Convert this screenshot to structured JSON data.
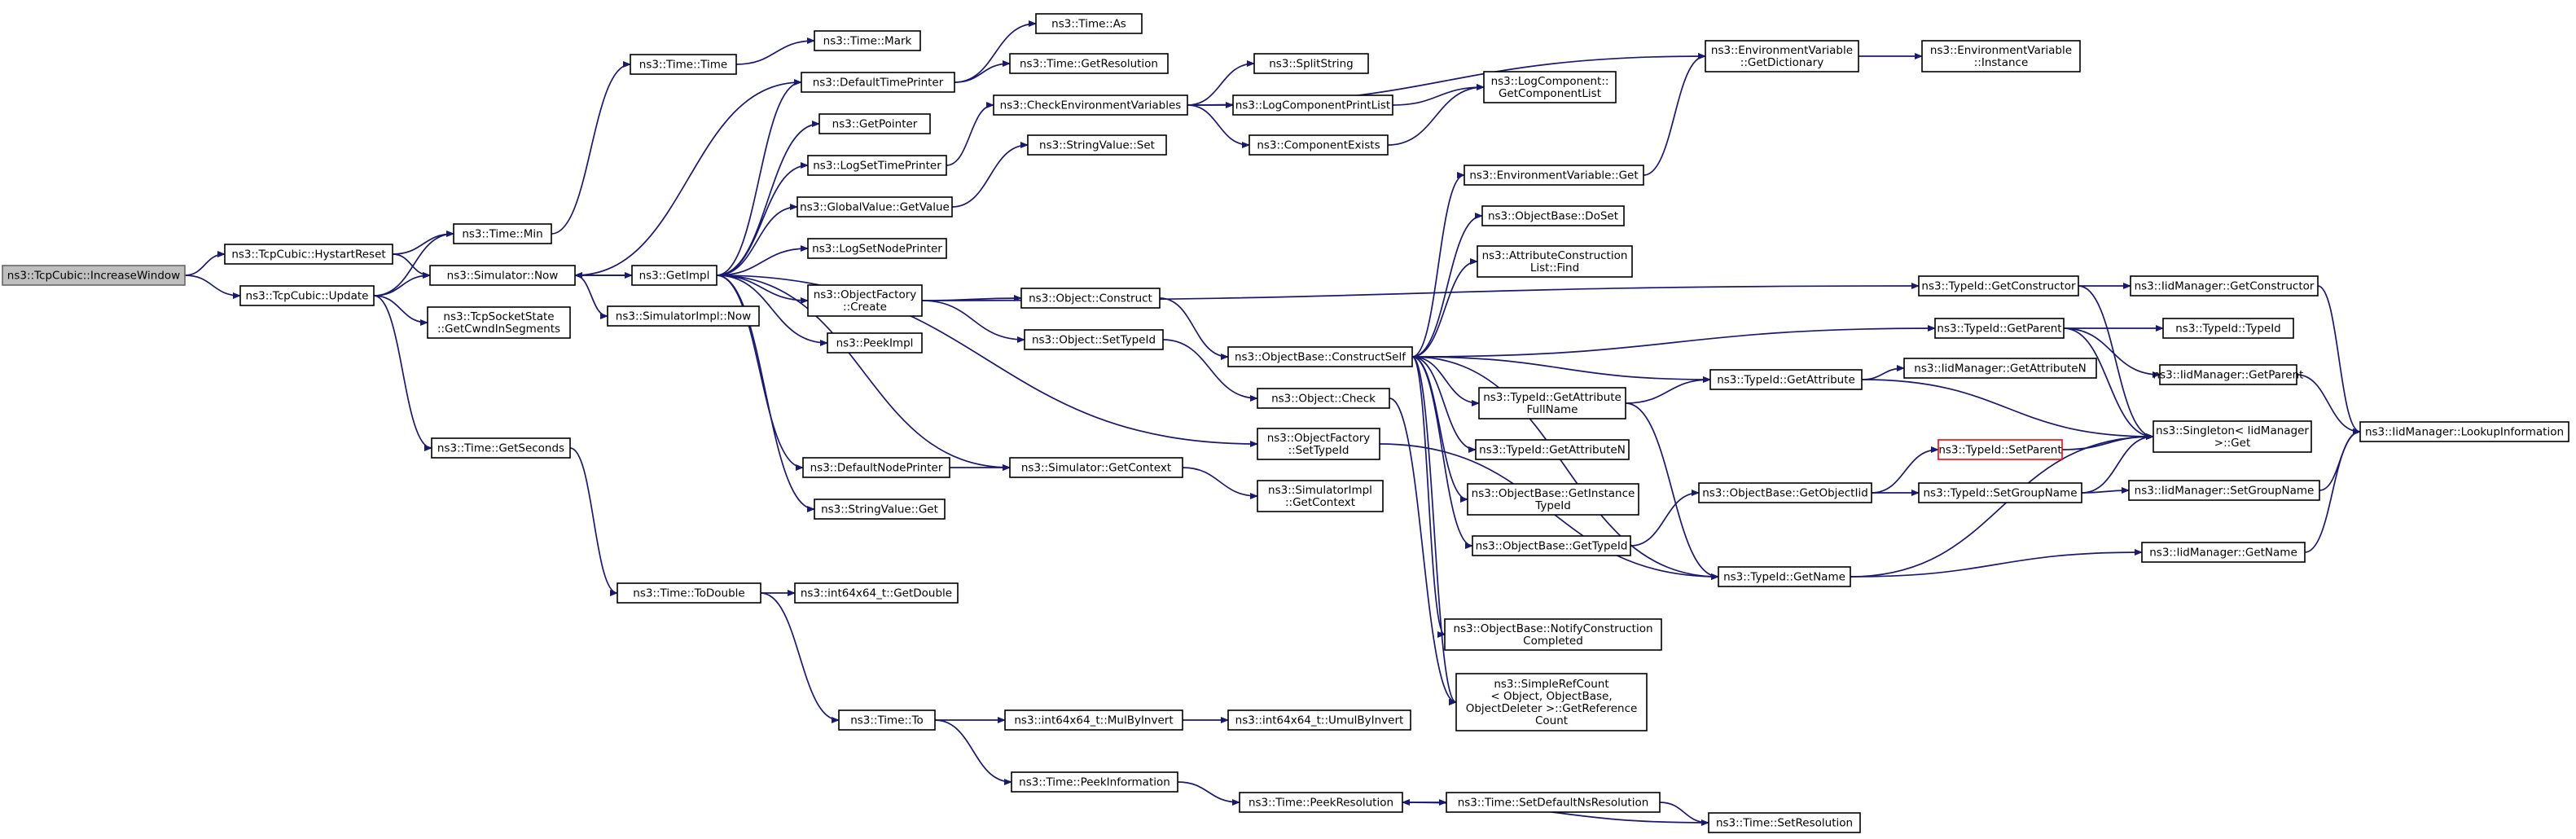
{
  "nodes": [
    {
      "id": "increase_window",
      "label": [
        "ns3::TcpCubic::IncreaseWindow"
      ],
      "root": true
    },
    {
      "id": "hystart_reset",
      "label": [
        "ns3::TcpCubic::HystartReset"
      ]
    },
    {
      "id": "update",
      "label": [
        "ns3::TcpCubic::Update"
      ]
    },
    {
      "id": "time_min",
      "label": [
        "ns3::Time::Min"
      ]
    },
    {
      "id": "sim_now",
      "label": [
        "ns3::Simulator::Now"
      ]
    },
    {
      "id": "get_cwnd",
      "label": [
        "ns3::TcpSocketState",
        "::GetCwndInSegments"
      ]
    },
    {
      "id": "get_seconds",
      "label": [
        "ns3::Time::GetSeconds"
      ]
    },
    {
      "id": "time_time",
      "label": [
        "ns3::Time::Time"
      ]
    },
    {
      "id": "time_mark",
      "label": [
        "ns3::Time::Mark"
      ]
    },
    {
      "id": "get_impl",
      "label": [
        "ns3::GetImpl"
      ]
    },
    {
      "id": "simimpl_now",
      "label": [
        "ns3::SimulatorImpl::Now"
      ]
    },
    {
      "id": "default_time_printer",
      "label": [
        "ns3::DefaultTimePrinter"
      ]
    },
    {
      "id": "time_as",
      "label": [
        "ns3::Time::As"
      ]
    },
    {
      "id": "time_get_resolution",
      "label": [
        "ns3::Time::GetResolution"
      ]
    },
    {
      "id": "get_pointer",
      "label": [
        "ns3::GetPointer"
      ]
    },
    {
      "id": "log_set_time_printer",
      "label": [
        "ns3::LogSetTimePrinter"
      ]
    },
    {
      "id": "global_value_get",
      "label": [
        "ns3::GlobalValue::GetValue"
      ]
    },
    {
      "id": "log_set_node_printer",
      "label": [
        "ns3::LogSetNodePrinter"
      ]
    },
    {
      "id": "object_factory_create",
      "label": [
        "ns3::ObjectFactory",
        "::Create"
      ]
    },
    {
      "id": "peek_impl",
      "label": [
        "ns3::PeekImpl"
      ]
    },
    {
      "id": "default_node_printer",
      "label": [
        "ns3::DefaultNodePrinter"
      ]
    },
    {
      "id": "string_value_get",
      "label": [
        "ns3::StringValue::Get"
      ]
    },
    {
      "id": "check_env",
      "label": [
        "ns3::CheckEnvironmentVariables"
      ]
    },
    {
      "id": "string_value_set",
      "label": [
        "ns3::StringValue::Set"
      ]
    },
    {
      "id": "split_string",
      "label": [
        "ns3::SplitString"
      ]
    },
    {
      "id": "log_component_print_list",
      "label": [
        "ns3::LogComponentPrintList"
      ]
    },
    {
      "id": "component_exists",
      "label": [
        "ns3::ComponentExists"
      ]
    },
    {
      "id": "log_component_get_list",
      "label": [
        "ns3::LogComponent::",
        "GetComponentList"
      ]
    },
    {
      "id": "env_get_dictionary",
      "label": [
        "ns3::EnvironmentVariable",
        "::GetDictionary"
      ]
    },
    {
      "id": "env_instance",
      "label": [
        "ns3::EnvironmentVariable",
        "::Instance"
      ]
    },
    {
      "id": "env_get",
      "label": [
        "ns3::EnvironmentVariable::Get"
      ]
    },
    {
      "id": "object_construct",
      "label": [
        "ns3::Object::Construct"
      ]
    },
    {
      "id": "object_set_type_id",
      "label": [
        "ns3::Object::SetTypeId"
      ]
    },
    {
      "id": "objectbase_doset",
      "label": [
        "ns3::ObjectBase::DoSet"
      ]
    },
    {
      "id": "attr_construction_find",
      "label": [
        "ns3::AttributeConstruction",
        "List::Find"
      ]
    },
    {
      "id": "construct_self",
      "label": [
        "ns3::ObjectBase::ConstructSelf"
      ]
    },
    {
      "id": "object_check",
      "label": [
        "ns3::Object::Check"
      ]
    },
    {
      "id": "simulator_get_context",
      "label": [
        "ns3::Simulator::GetContext"
      ]
    },
    {
      "id": "factory_set_type_id",
      "label": [
        "ns3::ObjectFactory",
        "::SetTypeId"
      ]
    },
    {
      "id": "simimpl_get_context",
      "label": [
        "ns3::SimulatorImpl",
        "::GetContext"
      ]
    },
    {
      "id": "typeid_get_attr_full",
      "label": [
        "ns3::TypeId::GetAttribute",
        "FullName"
      ]
    },
    {
      "id": "typeid_get_attr_n",
      "label": [
        "ns3::TypeId::GetAttributeN"
      ]
    },
    {
      "id": "objectbase_get_instance_typeid",
      "label": [
        "ns3::ObjectBase::GetInstance",
        "TypeId"
      ]
    },
    {
      "id": "objectbase_get_typeid",
      "label": [
        "ns3::ObjectBase::GetTypeId"
      ]
    },
    {
      "id": "notify_construction",
      "label": [
        "ns3::ObjectBase::NotifyConstruction",
        "Completed"
      ]
    },
    {
      "id": "simple_ref_count",
      "label": [
        "ns3::SimpleRefCount",
        "< Object, ObjectBase,",
        "ObjectDeleter >::GetReference",
        "Count"
      ]
    },
    {
      "id": "typeid_get_constructor",
      "label": [
        "ns3::TypeId::GetConstructor"
      ]
    },
    {
      "id": "typeid_get_parent",
      "label": [
        "ns3::TypeId::GetParent"
      ]
    },
    {
      "id": "typeid_get_attribute",
      "label": [
        "ns3::TypeId::GetAttribute"
      ]
    },
    {
      "id": "typeid_set_parent",
      "label": [
        "ns3::TypeId::SetParent"
      ],
      "red": true
    },
    {
      "id": "objectbase_get_object_iid",
      "label": [
        "ns3::ObjectBase::GetObjectIid"
      ]
    },
    {
      "id": "typeid_set_group_name",
      "label": [
        "ns3::TypeId::SetGroupName"
      ]
    },
    {
      "id": "typeid_get_name",
      "label": [
        "ns3::TypeId::GetName"
      ]
    },
    {
      "id": "iid_get_constructor",
      "label": [
        "ns3::IidManager::GetConstructor"
      ]
    },
    {
      "id": "typeid_typeid",
      "label": [
        "ns3::TypeId::TypeId"
      ]
    },
    {
      "id": "iid_get_parent",
      "label": [
        "ns3::IidManager::GetParent"
      ]
    },
    {
      "id": "iid_get_attribute_n",
      "label": [
        "ns3::IidManager::GetAttributeN"
      ]
    },
    {
      "id": "singleton_get",
      "label": [
        "ns3::Singleton< IidManager",
        ">::Get"
      ]
    },
    {
      "id": "iid_set_group_name",
      "label": [
        "ns3::IidManager::SetGroupName"
      ]
    },
    {
      "id": "iid_get_name",
      "label": [
        "ns3::IidManager::GetName"
      ]
    },
    {
      "id": "iid_lookup",
      "label": [
        "ns3::IidManager::LookupInformation"
      ]
    },
    {
      "id": "time_to_double",
      "label": [
        "ns3::Time::ToDouble"
      ]
    },
    {
      "id": "int64_get_double",
      "label": [
        "ns3::int64x64_t::GetDouble"
      ]
    },
    {
      "id": "time_to",
      "label": [
        "ns3::Time::To"
      ]
    },
    {
      "id": "int64_mul_by_invert",
      "label": [
        "ns3::int64x64_t::MulByInvert"
      ]
    },
    {
      "id": "int64_umul_by_invert",
      "label": [
        "ns3::int64x64_t::UmulByInvert"
      ]
    },
    {
      "id": "time_peek_information",
      "label": [
        "ns3::Time::PeekInformation"
      ]
    },
    {
      "id": "time_peek_resolution",
      "label": [
        "ns3::Time::PeekResolution"
      ]
    },
    {
      "id": "time_set_default_ns_resolution",
      "label": [
        "ns3::Time::SetDefaultNsResolution"
      ]
    },
    {
      "id": "time_set_resolution",
      "label": [
        "ns3::Time::SetResolution"
      ]
    }
  ],
  "edges": [
    [
      "increase_window",
      "hystart_reset"
    ],
    [
      "increase_window",
      "update"
    ],
    [
      "hystart_reset",
      "time_min"
    ],
    [
      "hystart_reset",
      "sim_now"
    ],
    [
      "update",
      "time_min"
    ],
    [
      "update",
      "sim_now"
    ],
    [
      "update",
      "get_cwnd"
    ],
    [
      "update",
      "get_seconds"
    ],
    [
      "time_min",
      "time_time"
    ],
    [
      "time_time",
      "time_mark"
    ],
    [
      "sim_now",
      "get_impl"
    ],
    [
      "sim_now",
      "simimpl_now"
    ],
    [
      "get_impl",
      "default_time_printer"
    ],
    [
      "get_impl",
      "get_pointer"
    ],
    [
      "get_impl",
      "log_set_time_printer"
    ],
    [
      "get_impl",
      "global_value_get"
    ],
    [
      "get_impl",
      "log_set_node_printer"
    ],
    [
      "get_impl",
      "object_factory_create"
    ],
    [
      "get_impl",
      "peek_impl"
    ],
    [
      "get_impl",
      "default_node_printer"
    ],
    [
      "get_impl",
      "string_value_get"
    ],
    [
      "get_impl",
      "simulator_get_context"
    ],
    [
      "get_impl",
      "factory_set_type_id"
    ],
    [
      "get_impl",
      "sim_now"
    ],
    [
      "default_time_printer",
      "time_as"
    ],
    [
      "default_time_printer",
      "time_get_resolution"
    ],
    [
      "default_time_printer",
      "sim_now"
    ],
    [
      "log_set_time_printer",
      "check_env"
    ],
    [
      "global_value_get",
      "string_value_set"
    ],
    [
      "check_env",
      "split_string"
    ],
    [
      "check_env",
      "log_component_print_list"
    ],
    [
      "check_env",
      "component_exists"
    ],
    [
      "check_env",
      "env_get_dictionary"
    ],
    [
      "log_component_print_list",
      "log_component_get_list"
    ],
    [
      "component_exists",
      "log_component_get_list"
    ],
    [
      "env_get_dictionary",
      "env_instance"
    ],
    [
      "env_get",
      "env_get_dictionary"
    ],
    [
      "object_factory_create",
      "object_construct"
    ],
    [
      "object_factory_create",
      "object_set_type_id"
    ],
    [
      "object_factory_create",
      "typeid_get_constructor"
    ],
    [
      "object_construct",
      "construct_self"
    ],
    [
      "object_set_type_id",
      "object_check"
    ],
    [
      "default_node_printer",
      "simulator_get_context"
    ],
    [
      "simulator_get_context",
      "simimpl_get_context"
    ],
    [
      "factory_set_type_id",
      "typeid_get_name"
    ],
    [
      "construct_self",
      "env_get"
    ],
    [
      "construct_self",
      "objectbase_doset"
    ],
    [
      "construct_self",
      "attr_construction_find"
    ],
    [
      "construct_self",
      "typeid_get_parent"
    ],
    [
      "construct_self",
      "typeid_get_attribute"
    ],
    [
      "construct_self",
      "typeid_get_attr_full"
    ],
    [
      "construct_self",
      "typeid_get_attr_n"
    ],
    [
      "construct_self",
      "objectbase_get_instance_typeid"
    ],
    [
      "construct_self",
      "objectbase_get_typeid"
    ],
    [
      "construct_self",
      "notify_construction"
    ],
    [
      "construct_self",
      "simple_ref_count"
    ],
    [
      "construct_self",
      "typeid_get_name"
    ],
    [
      "object_check",
      "simple_ref_count"
    ],
    [
      "typeid_get_attr_full",
      "typeid_get_attribute"
    ],
    [
      "typeid_get_attr_full",
      "typeid_get_name"
    ],
    [
      "objectbase_get_typeid",
      "objectbase_get_object_iid"
    ],
    [
      "objectbase_get_object_iid",
      "typeid_set_parent"
    ],
    [
      "objectbase_get_object_iid",
      "typeid_set_group_name"
    ],
    [
      "typeid_get_constructor",
      "iid_get_constructor"
    ],
    [
      "typeid_get_constructor",
      "singleton_get"
    ],
    [
      "typeid_get_parent",
      "typeid_typeid"
    ],
    [
      "typeid_get_parent",
      "iid_get_parent"
    ],
    [
      "typeid_get_parent",
      "singleton_get"
    ],
    [
      "typeid_get_attribute",
      "iid_get_attribute_n"
    ],
    [
      "typeid_get_attribute",
      "singleton_get"
    ],
    [
      "typeid_set_parent",
      "singleton_get"
    ],
    [
      "typeid_set_group_name",
      "iid_set_group_name"
    ],
    [
      "typeid_set_group_name",
      "singleton_get"
    ],
    [
      "typeid_get_name",
      "iid_get_name"
    ],
    [
      "typeid_get_name",
      "singleton_get"
    ],
    [
      "iid_get_constructor",
      "iid_lookup"
    ],
    [
      "iid_get_parent",
      "iid_lookup"
    ],
    [
      "iid_set_group_name",
      "iid_lookup"
    ],
    [
      "iid_get_name",
      "iid_lookup"
    ],
    [
      "get_seconds",
      "time_to_double"
    ],
    [
      "time_to_double",
      "int64_get_double"
    ],
    [
      "time_to_double",
      "time_to"
    ],
    [
      "time_to",
      "int64_mul_by_invert"
    ],
    [
      "time_to",
      "time_peek_information"
    ],
    [
      "int64_mul_by_invert",
      "int64_umul_by_invert"
    ],
    [
      "time_peek_information",
      "time_peek_resolution"
    ],
    [
      "time_peek_resolution",
      "time_set_default_ns_resolution"
    ],
    [
      "time_set_default_ns_resolution",
      "time_set_resolution"
    ],
    [
      "time_set_resolution",
      "time_peek_resolution"
    ]
  ]
}
